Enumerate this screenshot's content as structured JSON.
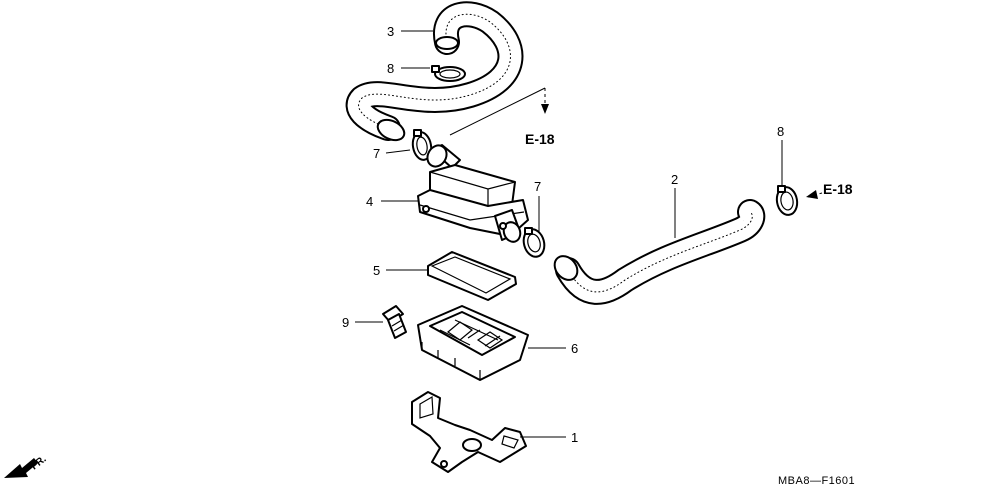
{
  "diagram": {
    "callouts": {
      "c1": "1",
      "c2": "2",
      "c3": "3",
      "c4": "4",
      "c5": "5",
      "c6": "6",
      "c7a": "7",
      "c7b": "7",
      "c8a": "8",
      "c8b": "8",
      "c9": "9"
    },
    "references": {
      "upper": "E-18",
      "right": "E-18"
    },
    "front_indicator": "FR.",
    "drawing_code": "MBA8—F1601"
  }
}
